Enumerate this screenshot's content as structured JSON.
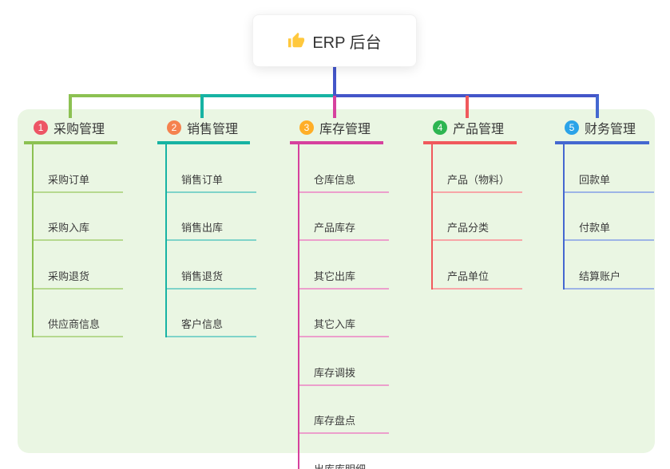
{
  "root": {
    "label": "ERP 后台",
    "icon": "thumbs-up-icon",
    "icon_color": "#FFC83D",
    "connector_color": "#4456C9"
  },
  "panel": {
    "background": "#EAF6E3"
  },
  "branches": [
    {
      "badge": "1",
      "title": "采购管理",
      "badge_color": "#ED5565",
      "line_color": "#8CC152",
      "child_line_color": "#B6D98F",
      "children": [
        "采购订单",
        "采购入库",
        "采购退货",
        "供应商信息"
      ]
    },
    {
      "badge": "2",
      "title": "销售管理",
      "badge_color": "#F5824E",
      "line_color": "#17B3A3",
      "child_line_color": "#7FD3C9",
      "children": [
        "销售订单",
        "销售出库",
        "销售退货",
        "客户信息"
      ]
    },
    {
      "badge": "3",
      "title": "库存管理",
      "badge_color": "#FFAE27",
      "line_color": "#D6419E",
      "child_line_color": "#EC9FCC",
      "children": [
        "仓库信息",
        "产品库存",
        "其它出库",
        "其它入库",
        "库存调拨",
        "库存盘点",
        "出库库明细"
      ]
    },
    {
      "badge": "4",
      "title": "产品管理",
      "badge_color": "#2DB551",
      "line_color": "#F0595C",
      "child_line_color": "#F7A6A7",
      "children": [
        "产品（物料）",
        "产品分类",
        "产品单位"
      ]
    },
    {
      "badge": "5",
      "title": "财务管理",
      "badge_color": "#2BA3E8",
      "line_color": "#4468D0",
      "child_line_color": "#9DB4E6",
      "children": [
        "回款单",
        "付款单",
        "结算账户"
      ]
    }
  ]
}
